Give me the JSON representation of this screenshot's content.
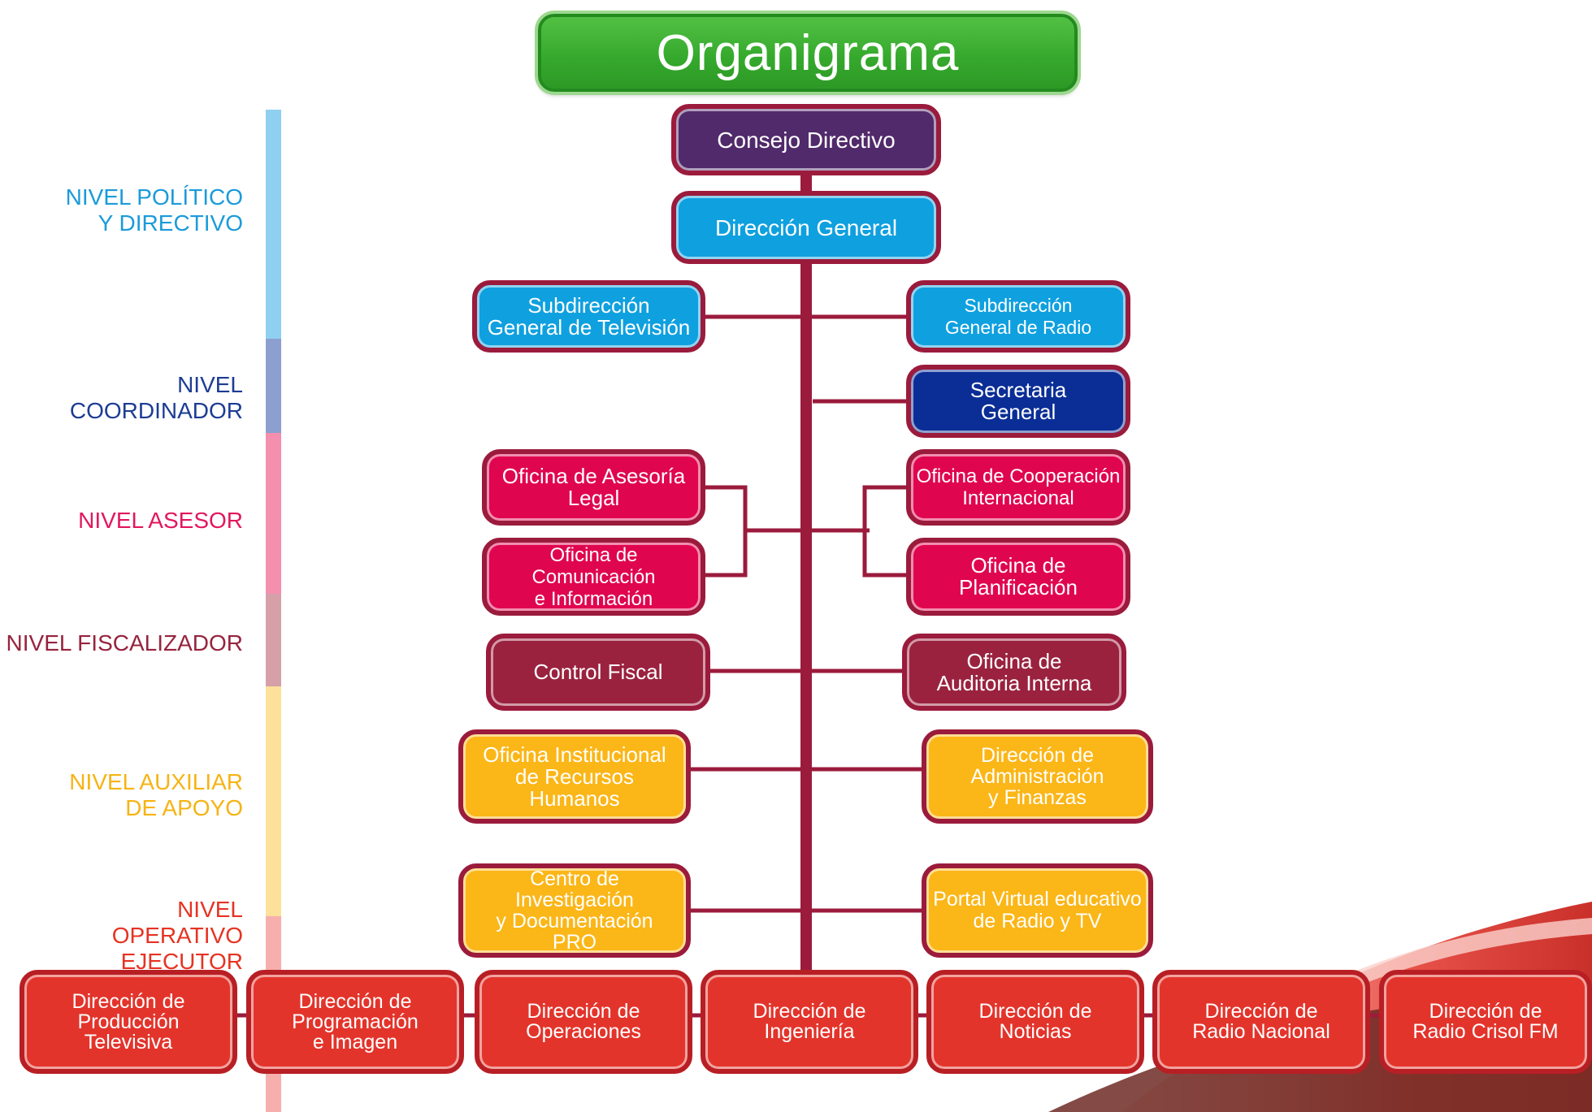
{
  "title": "Organigrama",
  "colors": {
    "purple": "#512a6b",
    "light_blue": "#0fa0df",
    "dark_blue": "#0a2e96",
    "crimson": "#e0054f",
    "maroon": "#9a223f",
    "amber": "#fbb617",
    "red": "#e3342b",
    "green": "#3aac30",
    "border": "#9b1b3c"
  },
  "levels": [
    {
      "label": "NIVEL POLÍTICO\nY DIRECTIVO",
      "color": "#1b9bd9"
    },
    {
      "label": "NIVEL COORDINADOR",
      "color": "#1c3c94"
    },
    {
      "label": "NIVEL ASESOR",
      "color": "#e2175e"
    },
    {
      "label": "NIVEL FISCALIZADOR",
      "color": "#96243e"
    },
    {
      "label": "NIVEL AUXILIAR\nDE APOYO",
      "color": "#f6b414"
    },
    {
      "label": "NIVEL\nOPERATIVO EJECUTOR",
      "color": "#e63323"
    }
  ],
  "units": {
    "consejo": "Consejo Directivo",
    "direccion_general": "Dirección General",
    "sub_tv": "Subdirección\nGeneral de Televisión",
    "sub_radio": "Subdirección\nGeneral de Radio",
    "secretaria": "Secretaria\nGeneral",
    "asesoria_legal": "Oficina de Asesoría\nLegal",
    "comunicacion": "Oficina de Comunicación\ne Información",
    "cooperacion": "Oficina de Cooperación\nInternacional",
    "planificacion": "Oficina de\nPlanificación",
    "control_fiscal": "Control Fiscal",
    "auditoria": "Oficina de\nAuditoria Interna",
    "rrhh": "Oficina Institucional\nde Recursos Humanos",
    "administracion": "Dirección de\nAdministración\ny Finanzas",
    "investigacion": "Centro de Investigación\ny Documentación\nPRO",
    "portal": "Portal Virtual educativo\nde Radio y TV"
  },
  "operativas": [
    "Dirección de\nProducción\nTelevisiva",
    "Dirección de\nProgramación\ne Imagen",
    "Dirección de\nOperaciones",
    "Dirección de\nIngeniería",
    "Dirección de\nNoticias",
    "Dirección de\nRadio Nacional",
    "Dirección de\nRadio Crisol FM"
  ]
}
